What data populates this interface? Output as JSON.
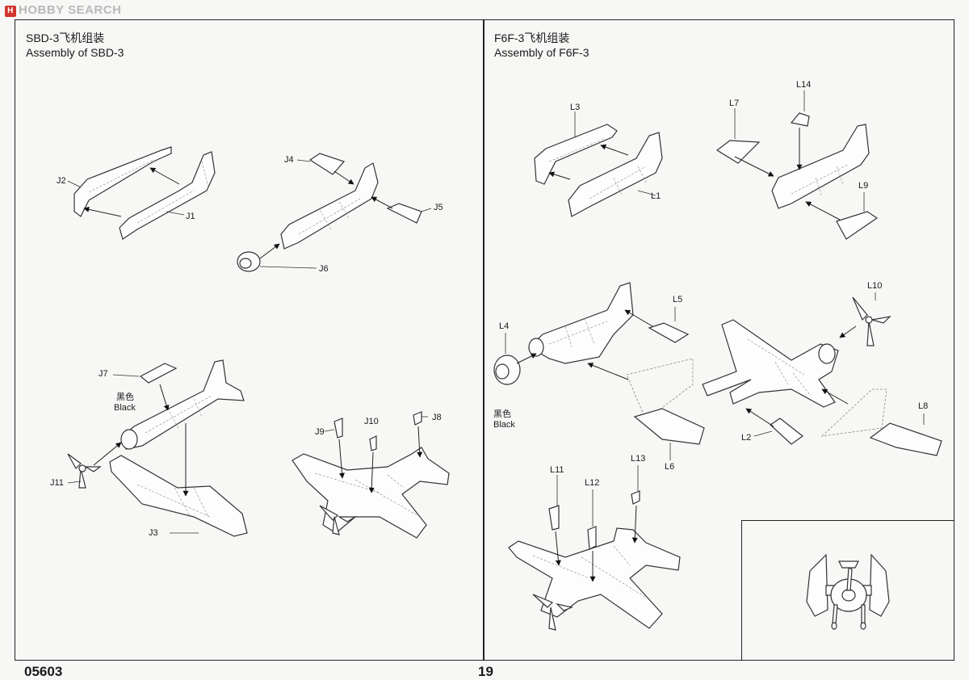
{
  "brand": {
    "logo": "H",
    "name": "HOBBY SEARCH"
  },
  "left": {
    "title_cn": "SBD-3飞机组装",
    "title_en": "Assembly of SBD-3",
    "labels": {
      "j1": "J1",
      "j2": "J2",
      "j3": "J3",
      "j4": "J4",
      "j5": "J5",
      "j6": "J6",
      "j7": "J7",
      "j8": "J8",
      "j9": "J9",
      "j10": "J10",
      "j11": "J11"
    },
    "black_cn": "黑色",
    "black_en": "Black"
  },
  "right": {
    "title_cn": "F6F-3飞机组装",
    "title_en": "Assembly of F6F-3",
    "labels": {
      "l1": "L1",
      "l2": "L2",
      "l3": "L3",
      "l4": "L4",
      "l5": "L5",
      "l6": "L6",
      "l7": "L7",
      "l8": "L8",
      "l9": "L9",
      "l10": "L10",
      "l11": "L11",
      "l12": "L12",
      "l13": "L13",
      "l14": "L14"
    },
    "black_cn": "黑色",
    "black_en": "Black"
  },
  "footer": {
    "code": "05603",
    "page": "19"
  }
}
